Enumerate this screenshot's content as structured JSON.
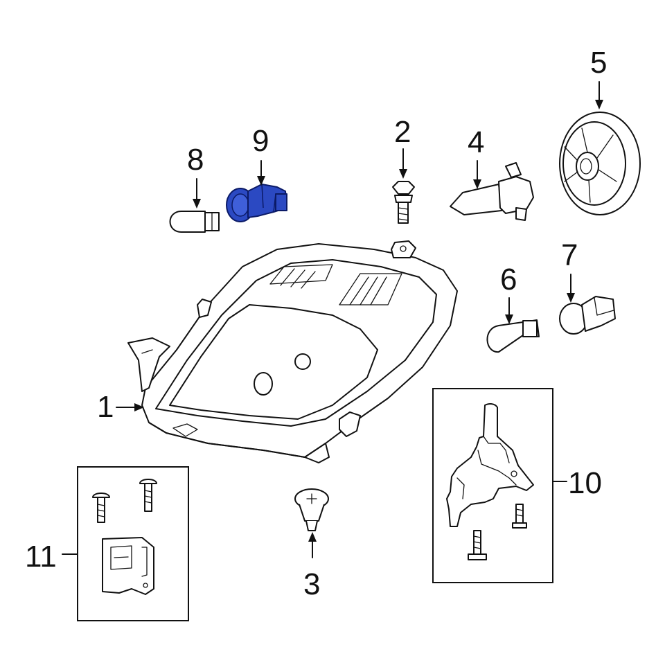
{
  "diagram": {
    "callouts": {
      "c1": "1",
      "c2": "2",
      "c3": "3",
      "c4": "4",
      "c5": "5",
      "c6": "6",
      "c7": "7",
      "c8": "8",
      "c9": "9",
      "c10": "10",
      "c11": "11"
    },
    "highlighted_part": "9",
    "highlight_color": "#2b49c2"
  }
}
